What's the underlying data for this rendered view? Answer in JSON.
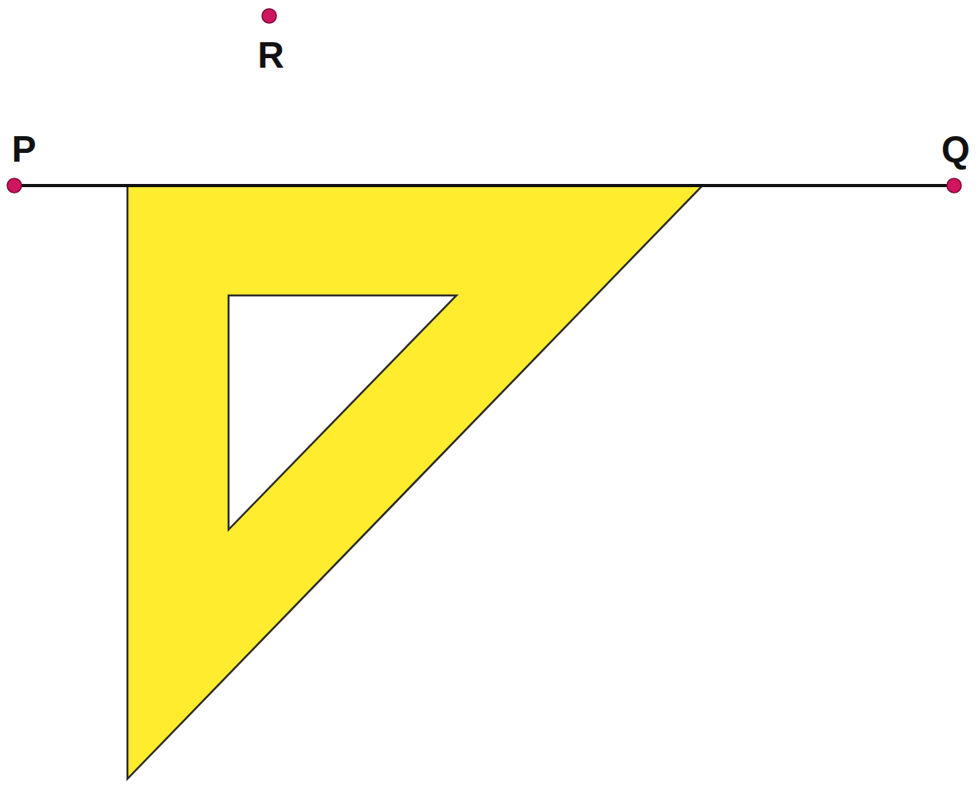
{
  "diagram": {
    "labels": [
      "R",
      "P",
      "Q"
    ]
  }
}
